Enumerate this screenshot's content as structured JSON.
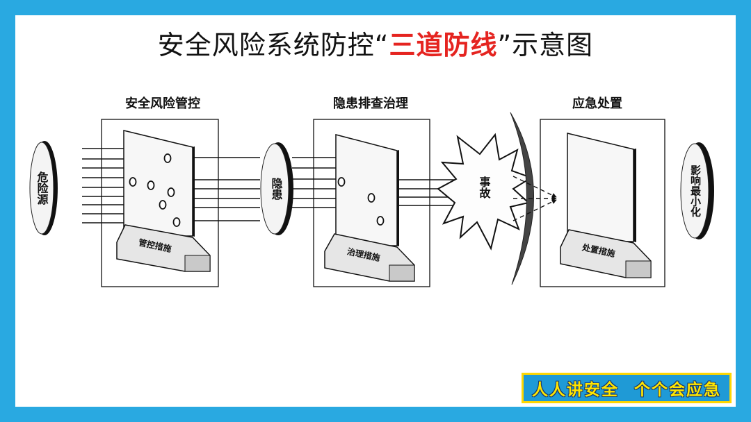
{
  "title": {
    "before": "安全风险系统防控“",
    "highlight": "三道防线",
    "after": "”示意图",
    "highlight_color": "#e52420"
  },
  "stages": [
    {
      "label": "安全风险管控",
      "plate": "管控措施"
    },
    {
      "label": "隐患排查治理",
      "plate": "治理措施"
    },
    {
      "label": "应急处置",
      "plate": "处置措施"
    }
  ],
  "nodes": {
    "source": "危险源",
    "hazard": "隐患",
    "accident": "事故",
    "result": "影响最小化"
  },
  "slogan": {
    "left": "人人讲安全",
    "right": "个个会应急"
  },
  "colors": {
    "frame": "#29a9e1",
    "slogan_bg": "#1f9ad6",
    "slogan_text": "#ffe600",
    "slogan_border": "#ffd700"
  }
}
